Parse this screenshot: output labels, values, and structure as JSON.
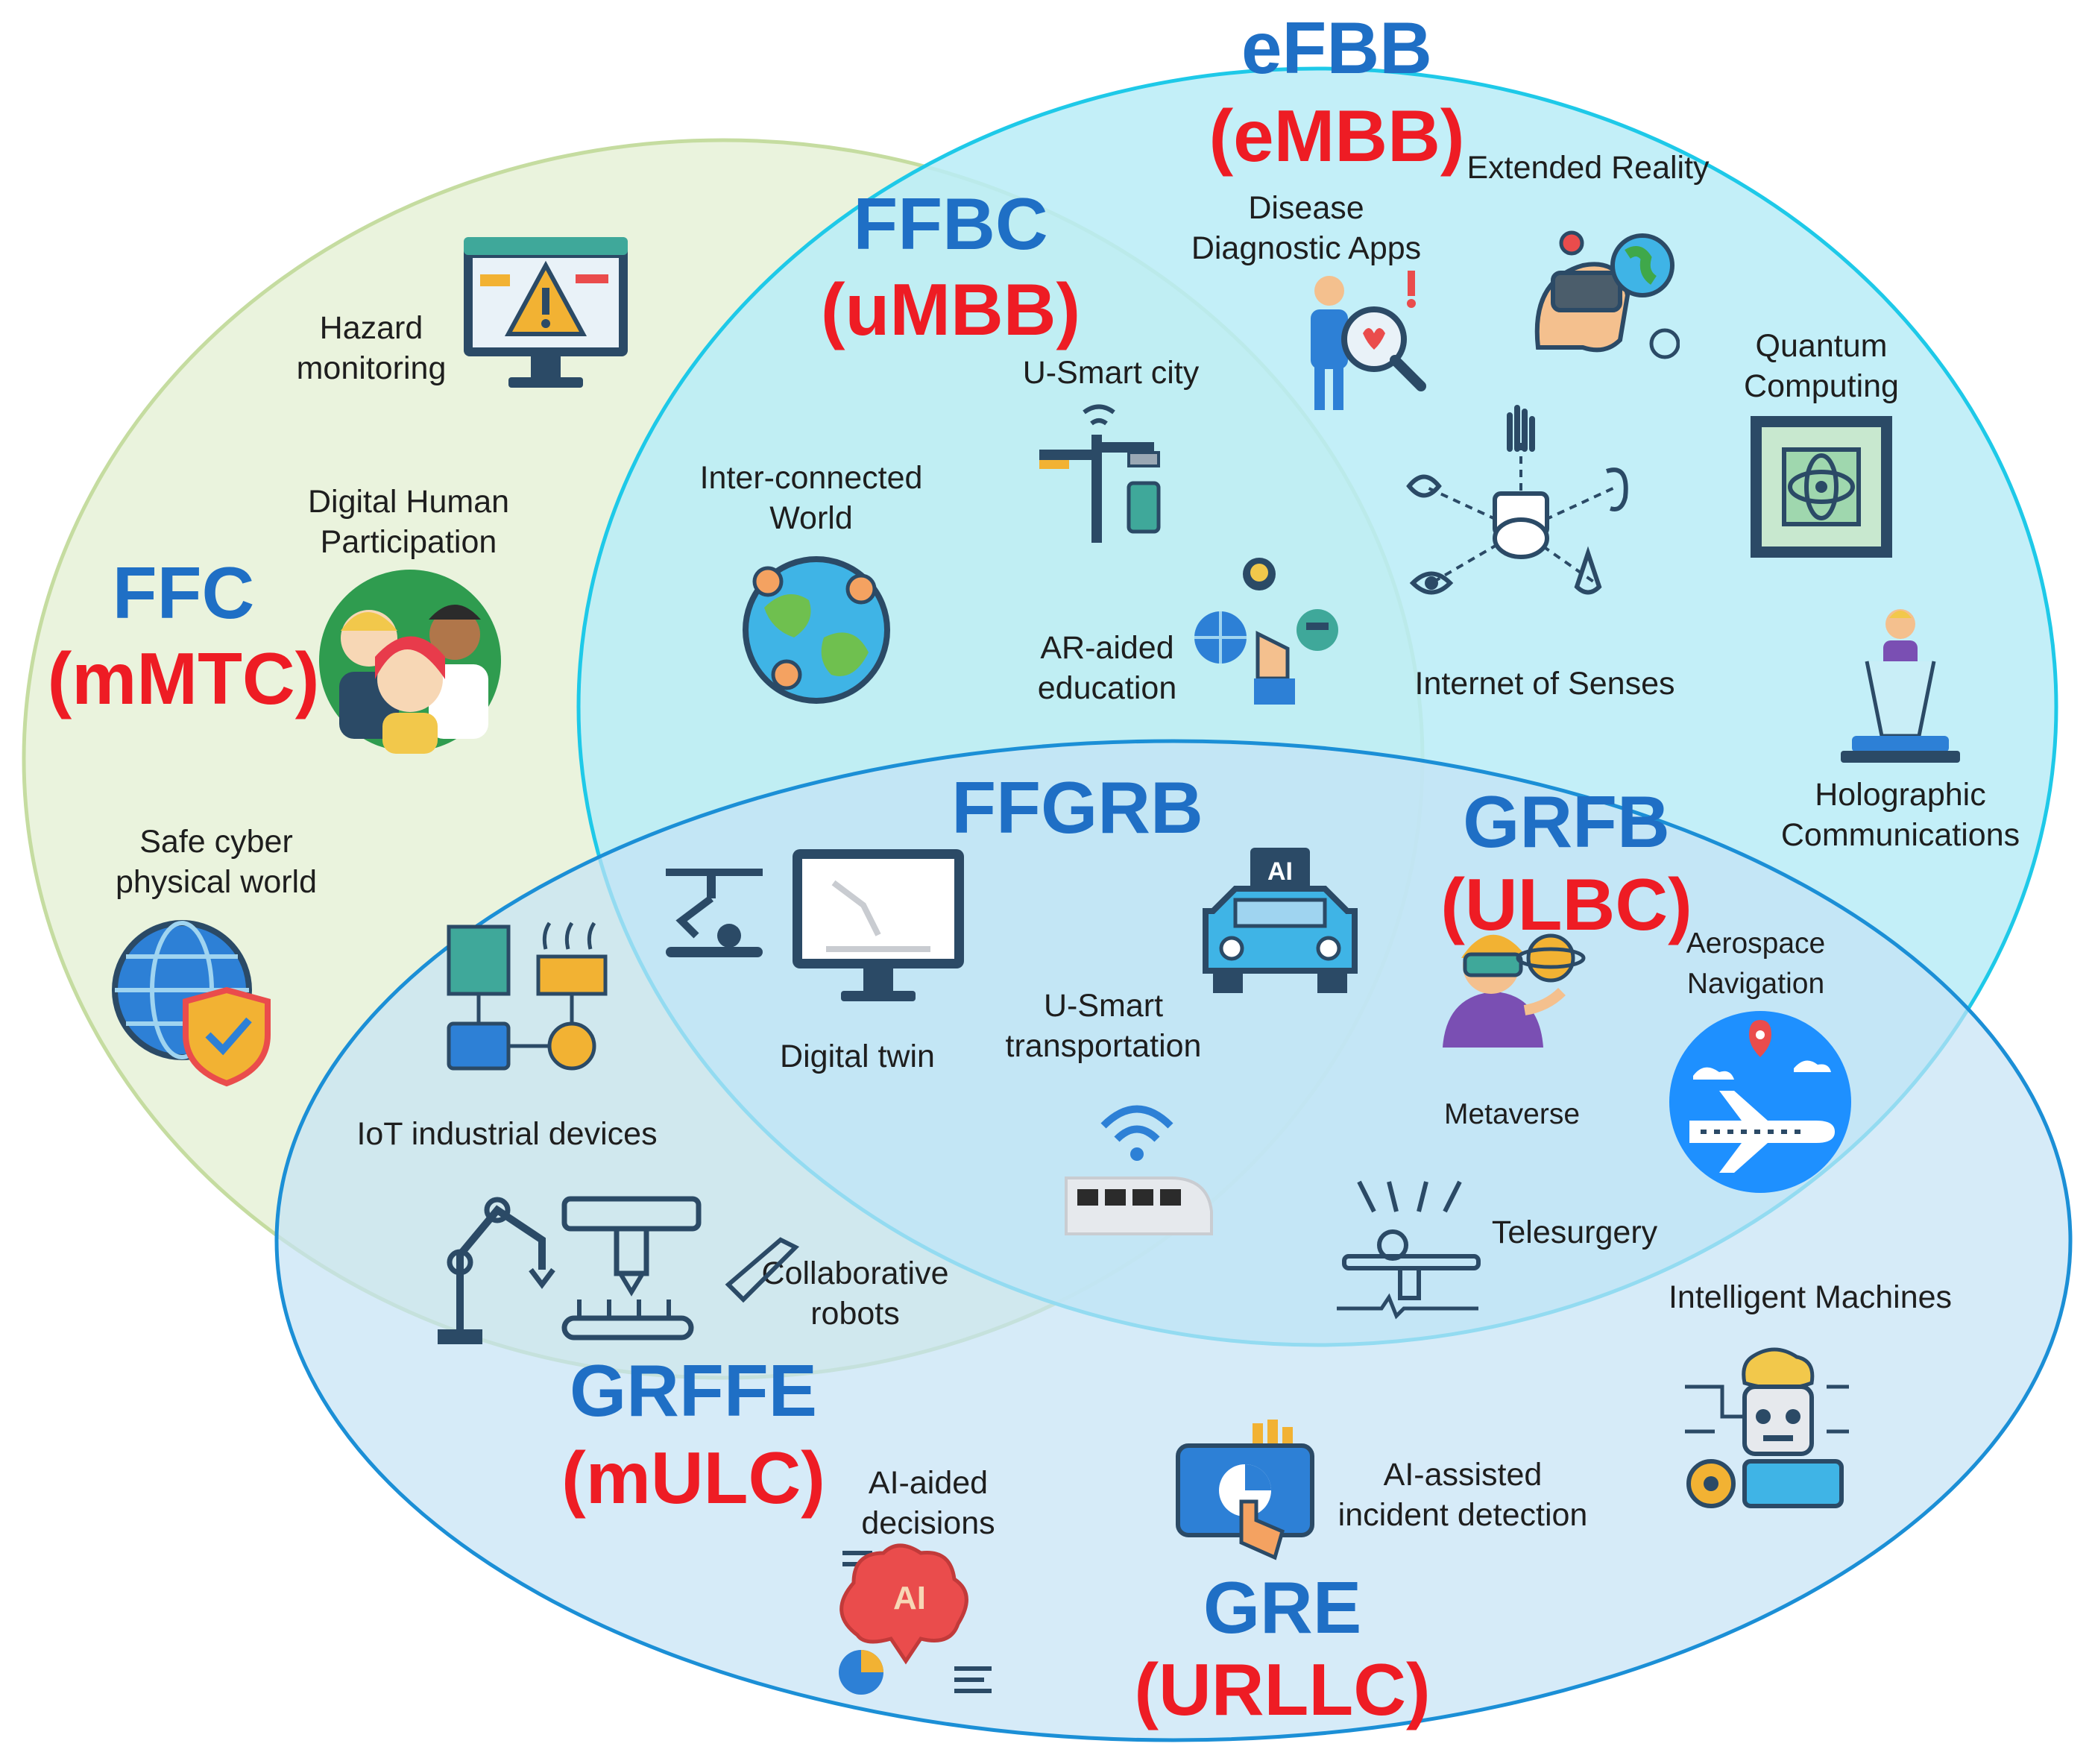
{
  "regions": {
    "efbb": {
      "name": "eFBB",
      "code": "(eMBB)"
    },
    "ffbc": {
      "name": "FFBC",
      "code": "(uMBB)"
    },
    "ffc": {
      "name": "FFC",
      "code": "(mMTC)"
    },
    "ffgrb": {
      "name": "FFGRB"
    },
    "grfb": {
      "name": "GRFB",
      "code": "(ULBC)"
    },
    "grffe": {
      "name": "GRFFE",
      "code": "(mULC)"
    },
    "gre": {
      "name": "GRE",
      "code": "(URLLC)"
    }
  },
  "labels": {
    "extended_reality": "Extended Reality",
    "disease_diagnostic": [
      "Disease",
      "Diagnostic Apps"
    ],
    "quantum_computing": [
      "Quantum",
      "Computing"
    ],
    "hazard_monitoring": [
      "Hazard",
      "monitoring"
    ],
    "u_smart_city": "U-Smart city",
    "inter_connected_world": [
      "Inter-connected",
      "World"
    ],
    "digital_human": [
      "Digital Human",
      "Participation"
    ],
    "ar_education": [
      "AR-aided",
      "education"
    ],
    "internet_of_senses": "Internet of Senses",
    "holographic": [
      "Holographic",
      "Communications"
    ],
    "safe_cyber": [
      "Safe cyber",
      "physical world"
    ],
    "digital_twin": "Digital twin",
    "u_smart_transport": [
      "U-Smart",
      "transportation"
    ],
    "aerospace": [
      "Aerospace",
      "Navigation"
    ],
    "metaverse": "Metaverse",
    "iot_industrial": "IoT industrial devices",
    "telesurgery": "Telesurgery",
    "collab_robots": [
      "Collaborative",
      "robots"
    ],
    "intelligent_machines": "Intelligent Machines",
    "ai_decisions": [
      "AI-aided",
      "decisions"
    ],
    "ai_incident": [
      "AI-assisted",
      "incident detection"
    ]
  },
  "colors": {
    "ffc_fill": "#eaf3dd",
    "ffc_stroke": "#c5dca0",
    "efbb_fill": "#b9ecf7",
    "efbb_stroke": "#1ec9e8",
    "gre_fill": "#c4e2f5",
    "gre_stroke": "#1b8fd6",
    "heading_blue": "#1f6fc5",
    "heading_red": "#ee1c24"
  },
  "icons": [
    "hazard-monitor-icon",
    "disease-diagnostic-icon",
    "extended-reality-icon",
    "quantum-chip-icon",
    "smart-city-icon",
    "connected-world-icon",
    "digital-humans-icon",
    "internet-of-senses-icon",
    "ar-education-icon",
    "hologram-icon",
    "cyber-security-globe-icon",
    "robot-arm-icon",
    "digital-twin-monitor-icon",
    "ai-car-icon",
    "metaverse-icon",
    "airplane-navigation-icon",
    "iot-industrial-icon",
    "train-wifi-icon",
    "telesurgery-icon",
    "collaborative-robots-icon",
    "intelligent-machine-icon",
    "ai-incident-icon",
    "ai-brain-icon"
  ]
}
